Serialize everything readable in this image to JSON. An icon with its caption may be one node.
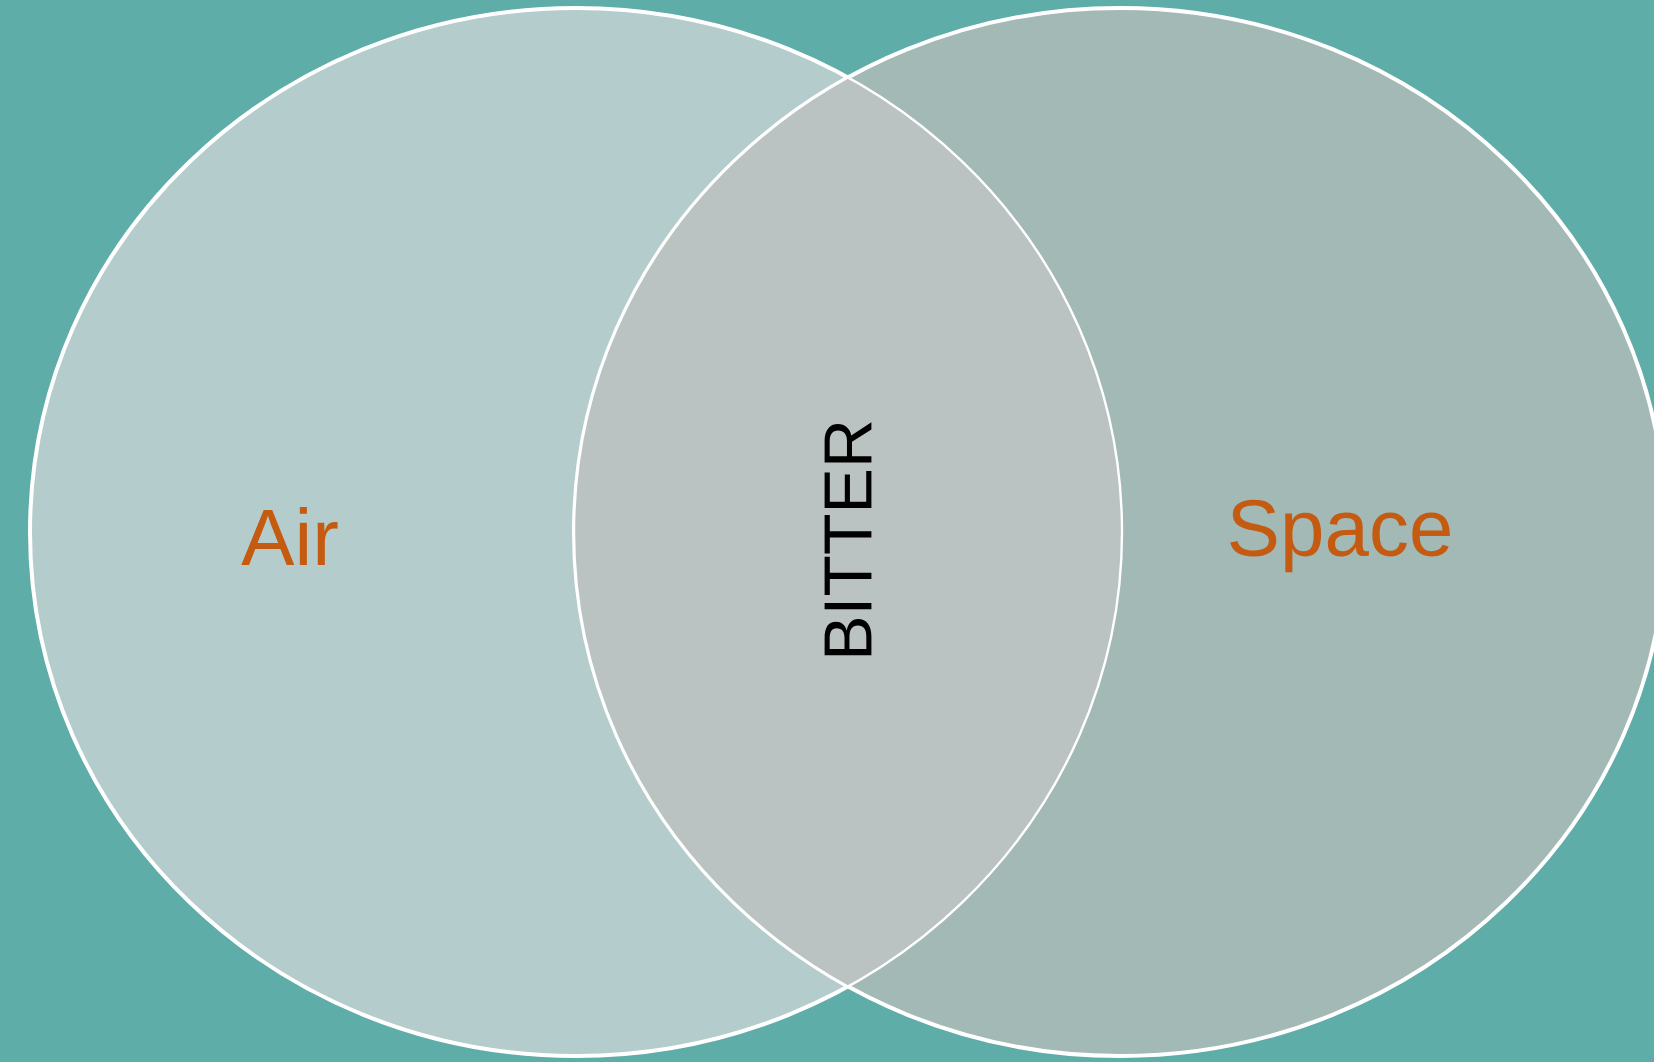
{
  "diagram": {
    "nodes": [
      {
        "text": [
          "Air"
        ]
      },
      {
        "text": [
          "Space"
        ]
      }
    ],
    "labels": [
      "BITTER"
    ]
  }
}
